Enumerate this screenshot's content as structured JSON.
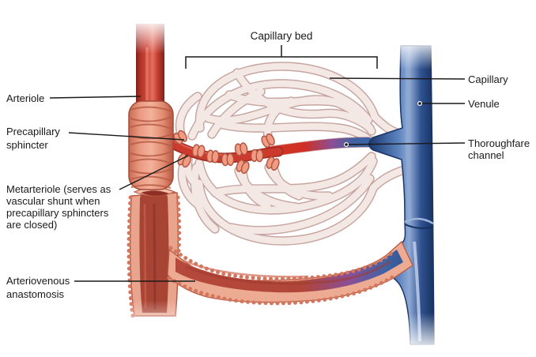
{
  "figure": {
    "title": "Capillary bed",
    "type": "anatomical-diagram",
    "left_labels": [
      {
        "id": "arteriole",
        "lines": [
          "Arteriole"
        ]
      },
      {
        "id": "precapillary-sphincter",
        "lines": [
          "Precapillary",
          "sphincter"
        ]
      },
      {
        "id": "metarteriole",
        "lines": [
          "Metarteriole (serves as",
          "vascular shunt when",
          "precapillary sphincters",
          "are closed)"
        ]
      },
      {
        "id": "arteriovenous-anastomosis",
        "lines": [
          "Arteriovenous",
          "anastomosis"
        ]
      }
    ],
    "right_labels": [
      {
        "id": "capillary",
        "lines": [
          "Capillary"
        ]
      },
      {
        "id": "venule",
        "lines": [
          "Venule"
        ]
      },
      {
        "id": "thoroughfare-channel",
        "lines": [
          "Thoroughfare",
          "channel"
        ]
      }
    ],
    "colors": {
      "background": "#ffffff",
      "arteriole_red": "#c23a30",
      "arteriole_dark": "#7e211b",
      "muscle_salmon": "#eb9a82",
      "muscle_band": "#b85c46",
      "capillary_fill": "#f4e8e5",
      "capillary_outline": "#c6a5a0",
      "metarteriole_red": "#cc3a2d",
      "transition_purple": "#8a4f97",
      "venule_blue": "#4a74b4",
      "venule_dark": "#1c3a6e",
      "lumen_red": "#a84434",
      "label_color": "#1a1a1a"
    }
  }
}
